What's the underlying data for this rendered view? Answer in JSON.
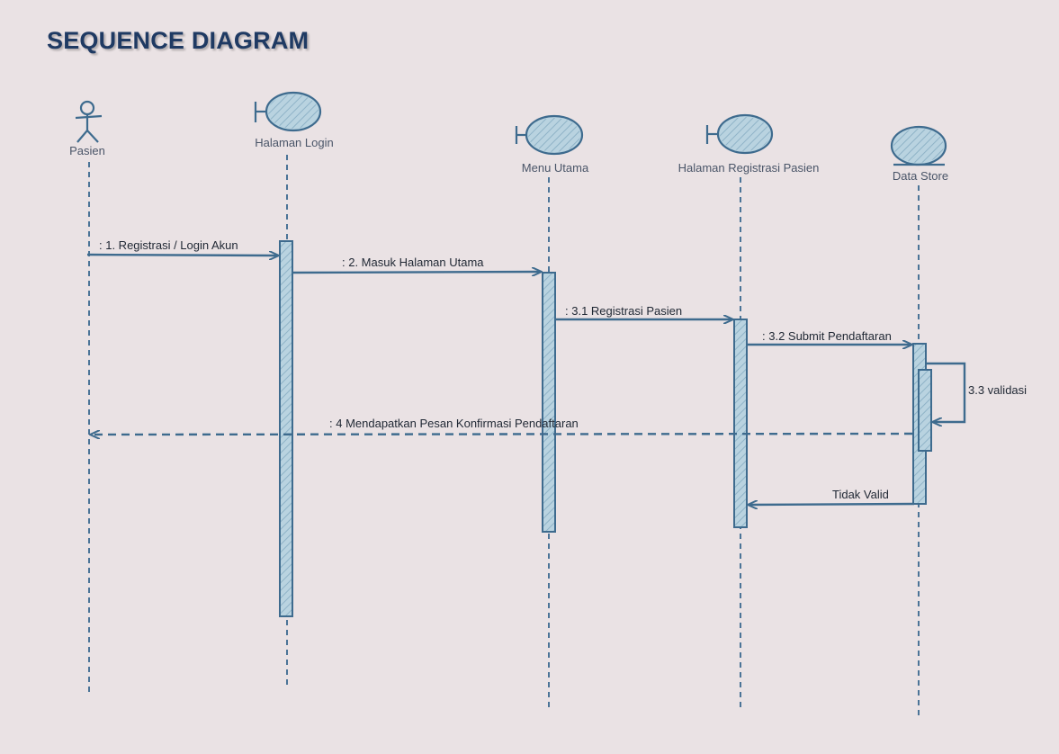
{
  "title": "SEQUENCE DIAGRAM",
  "participants": [
    {
      "name": "Pasien",
      "kind": "actor"
    },
    {
      "name": "Halaman Login",
      "kind": "boundary"
    },
    {
      "name": "Menu Utama",
      "kind": "boundary"
    },
    {
      "name": "Halaman Registrasi Pasien",
      "kind": "boundary"
    },
    {
      "name": "Data Store",
      "kind": "entity"
    }
  ],
  "messages": [
    {
      "label": ": 1. Registrasi / Login Akun",
      "from": "Pasien",
      "to": "Halaman Login",
      "style": "solid"
    },
    {
      "label": ": 2.  Masuk Halaman Utama",
      "from": "Halaman Login",
      "to": "Menu Utama",
      "style": "solid"
    },
    {
      "label": ": 3.1 Registrasi Pasien",
      "from": "Menu Utama",
      "to": "Halaman Registrasi Pasien",
      "style": "solid"
    },
    {
      "label": ": 3.2 Submit Pendaftaran",
      "from": "Halaman Registrasi Pasien",
      "to": "Data Store",
      "style": "solid"
    },
    {
      "label": "3.3 validasi",
      "from": "Data Store",
      "to": "Data Store",
      "style": "self"
    },
    {
      "label": ": 4 Mendapatkan Pesan Konfirmasi Pendaftaran",
      "from": "Data Store",
      "to": "Pasien",
      "style": "dashed"
    },
    {
      "label": "Tidak Valid",
      "from": "Data Store",
      "to": "Halaman Registrasi Pasien",
      "style": "solid"
    }
  ],
  "colors": {
    "background": "#EAE2E4",
    "title": "#1F3A63",
    "stroke": "#3E6B8E",
    "fill": "#B9D3E0"
  }
}
